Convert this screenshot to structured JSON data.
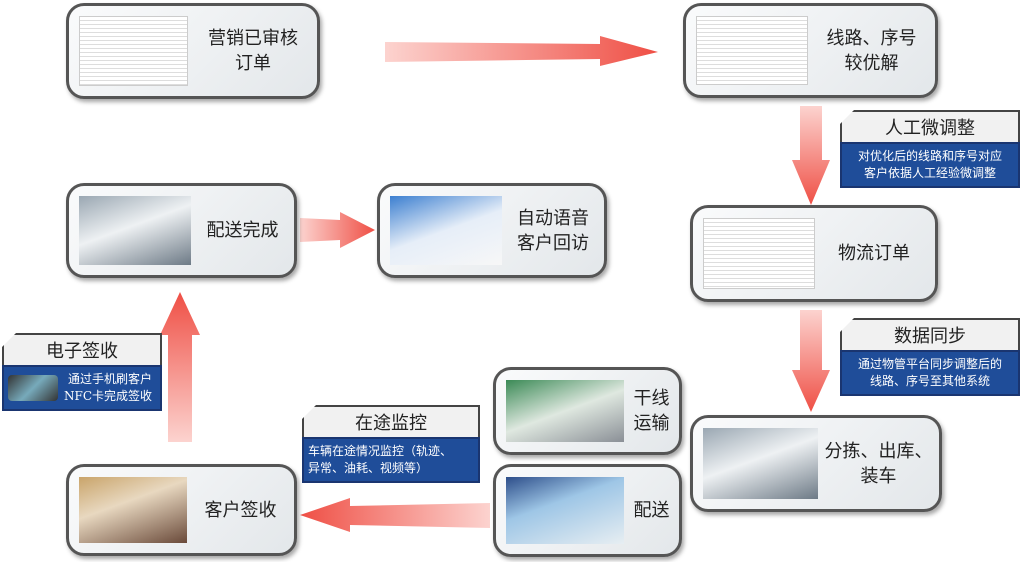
{
  "steps": {
    "marketing": "营销已审核\n订单",
    "route": "线路、序号\n较优解",
    "logistics": "物流订单",
    "sorting": "分拣、出库、\n装车",
    "trunk": "干线\n运输",
    "delivery": "配送",
    "receipt": "客户签收",
    "done": "配送完成",
    "callback": "自动语音\n客户回访"
  },
  "callouts": {
    "manual": {
      "title": "人工微调整",
      "body": "对优化后的线路和序号对应\n客户依据人工经验微调整"
    },
    "sync": {
      "title": "数据同步",
      "body": "通过物管平台同步调整后的\n线路、序号至其他系统"
    },
    "esign": {
      "title": "电子签收",
      "body": "通过手机刷客户\nNFC卡完成签收"
    },
    "monitor": {
      "title": "在途监控",
      "body": "车辆在途情况监控（轨迹、\n异常、油耗、视频等）"
    }
  },
  "colors": {
    "arrow": "#f05a50",
    "callout_body": "#1f4d99"
  }
}
